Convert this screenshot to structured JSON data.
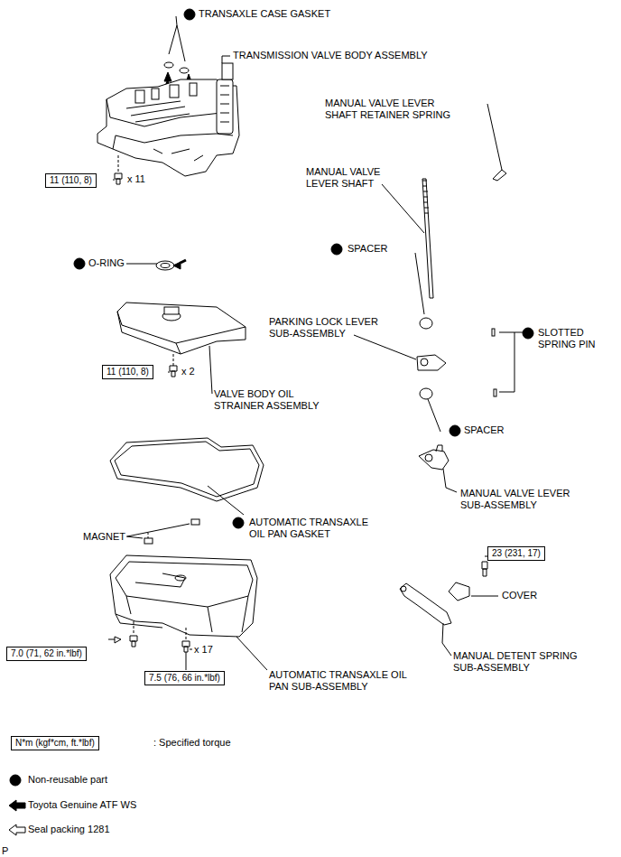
{
  "diagram": {
    "nodes": [
      {
        "text": [
          "11 (110, 8)"
        ]
      },
      {
        "text": [
          "11 (110, 8)"
        ]
      },
      {
        "text": [
          "23 (231, 17)"
        ]
      },
      {
        "text": [
          "7.0 (71, 62 in.*lbf)"
        ]
      },
      {
        "text": [
          "7.5 (76, 66 in.*lbf)"
        ]
      },
      {
        "text": [
          "N*m (kgf*cm, ft.*lbf)"
        ]
      }
    ],
    "edges": [],
    "labels": [
      "TRANSAXLE CASE GASKET",
      "TRANSMISSION VALVE BODY ASSEMBLY",
      "MANUAL VALVE LEVER SHAFT RETAINER SPRING",
      "MANUAL VALVE LEVER SHAFT",
      "x 11",
      "SPACER",
      "O-RING",
      "PARKING LOCK LEVER SUB-ASSEMBLY",
      "SLOTTED SPRING PIN",
      "x 2",
      "VALVE BODY OIL STRAINER ASSEMBLY",
      "SPACER",
      "MANUAL VALVE LEVER SUB-ASSEMBLY",
      "AUTOMATIC TRANSAXLE OIL PAN GASKET",
      "MAGNET",
      "COVER",
      "x 17",
      "MANUAL DETENT SPRING SUB-ASSEMBLY",
      "AUTOMATIC TRANSAXLE OIL PAN SUB-ASSEMBLY",
      ": Specified torque",
      "P"
    ],
    "legend": [
      {
        "text": "Non-reusable part"
      },
      {
        "text": "Toyota Genuine ATF WS"
      },
      {
        "text": "Seal packing 1281"
      }
    ]
  }
}
